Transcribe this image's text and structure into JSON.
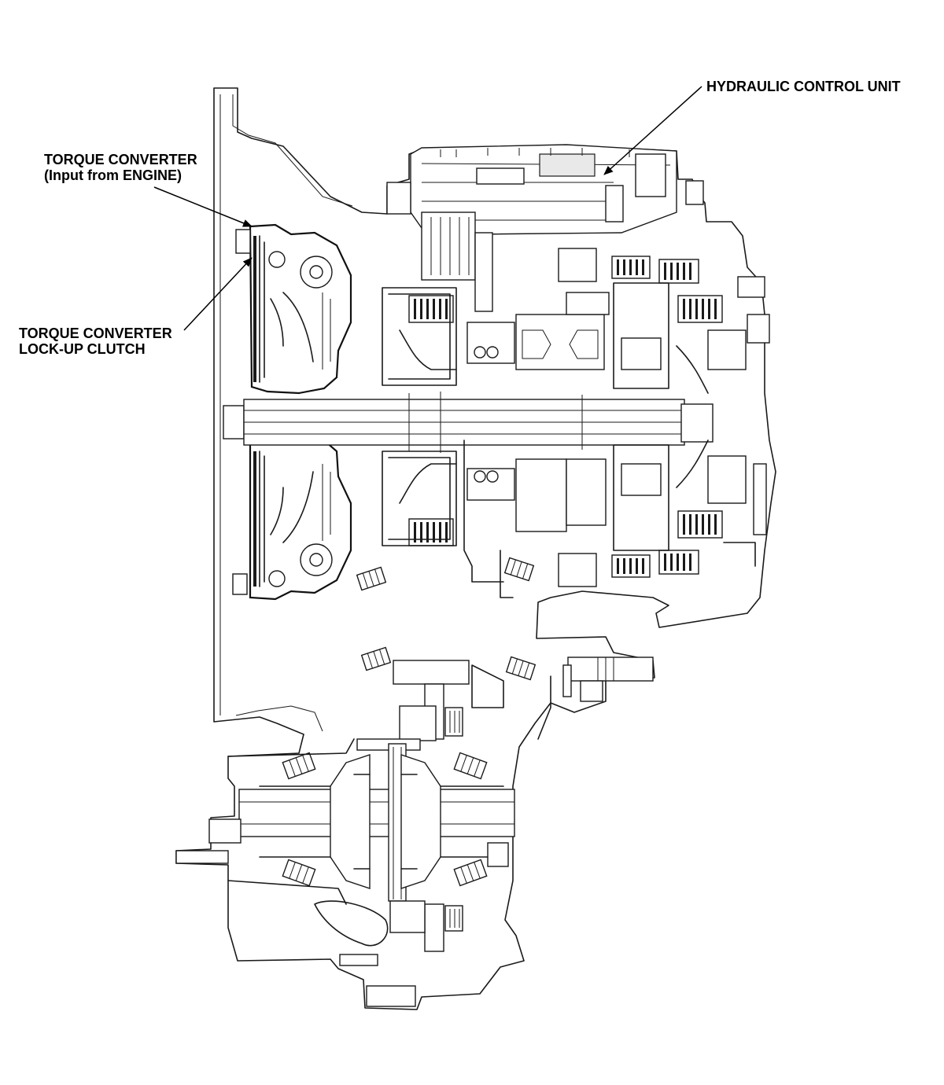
{
  "labels": {
    "hydraulic_control_unit": "HYDRAULIC CONTROL UNIT",
    "torque_converter_line1": "TORQUE CONVERTER",
    "torque_converter_line2": "(Input from ENGINE)",
    "lockup_clutch_line1": "TORQUE CONVERTER",
    "lockup_clutch_line2": "LOCK-UP CLUTCH"
  }
}
